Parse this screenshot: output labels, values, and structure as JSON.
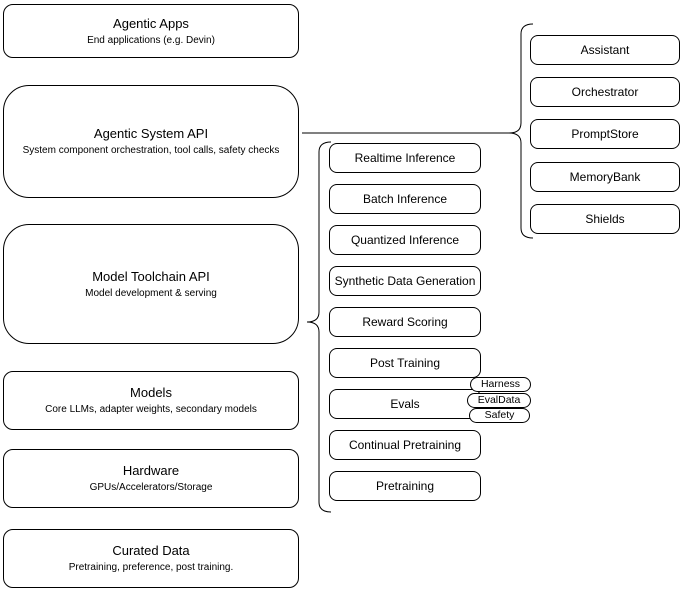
{
  "colors": {
    "background": "#ffffff",
    "stroke": "#000000",
    "text": "#000000"
  },
  "stack_layers": {
    "items": [
      {
        "title": "Agentic Apps",
        "subtitle": "End applications (e.g. Devin)"
      },
      {
        "title": "Agentic System API",
        "subtitle": "System component orchestration, tool calls, safety checks"
      },
      {
        "title": "Model Toolchain API",
        "subtitle": "Model development & serving"
      },
      {
        "title": "Models",
        "subtitle": "Core LLMs, adapter weights, secondary models"
      },
      {
        "title": "Hardware",
        "subtitle": "GPUs/Accelerators/Storage"
      },
      {
        "title": "Curated Data",
        "subtitle": "Pretraining, preference, post training."
      }
    ]
  },
  "toolchain_capabilities": {
    "items": [
      {
        "label": "Realtime Inference"
      },
      {
        "label": "Batch Inference"
      },
      {
        "label": "Quantized Inference"
      },
      {
        "label": "Synthetic Data Generation"
      },
      {
        "label": "Reward Scoring"
      },
      {
        "label": "Post Training"
      },
      {
        "label": "Evals"
      },
      {
        "label": "Continual Pretraining"
      },
      {
        "label": "Pretraining"
      }
    ]
  },
  "evals_tags": {
    "items": [
      {
        "label": "Harness"
      },
      {
        "label": "EvalData"
      },
      {
        "label": "Safety"
      }
    ]
  },
  "system_components": {
    "items": [
      {
        "label": "Assistant"
      },
      {
        "label": "Orchestrator"
      },
      {
        "label": "PromptStore"
      },
      {
        "label": "MemoryBank"
      },
      {
        "label": "Shields"
      }
    ]
  }
}
